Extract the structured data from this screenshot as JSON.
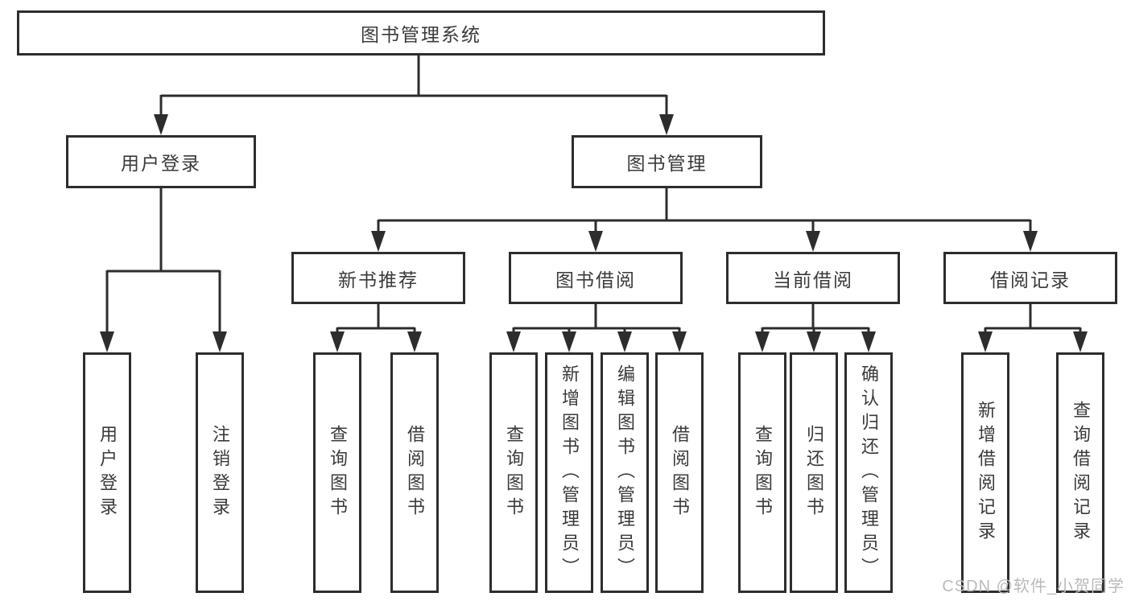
{
  "colors": {
    "line": "#2d2d2d",
    "box_border": "#2d2d2d",
    "text": "#3a3a3a",
    "background": "#ffffff",
    "watermark": "#b9babd"
  },
  "watermark": {
    "text": "CSDN @软件_小贺同学"
  },
  "tree": {
    "root": {
      "label": "图书管理系统"
    },
    "level2": {
      "user_login": {
        "label": "用户登录",
        "parent": "图书管理系统"
      },
      "book_management": {
        "label": "图书管理",
        "parent": "图书管理系统"
      }
    },
    "level3": {
      "new_book_recommend": {
        "label": "新书推荐",
        "parent": "图书管理"
      },
      "book_borrowing": {
        "label": "图书借阅",
        "parent": "图书管理"
      },
      "current_borrowing": {
        "label": "当前借阅",
        "parent": "图书管理"
      },
      "borrowing_records": {
        "label": "借阅记录",
        "parent": "图书管理"
      }
    },
    "leaves": {
      "user_login_leaf": {
        "label": "用户登录",
        "parent": "用户登录"
      },
      "logout": {
        "label": "注销登录",
        "parent": "用户登录"
      },
      "recommend_query_books": {
        "label": "查询图书",
        "parent": "新书推荐"
      },
      "recommend_borrow_books": {
        "label": "借阅图书",
        "parent": "新书推荐"
      },
      "borrow_query_books": {
        "label": "查询图书",
        "parent": "图书借阅"
      },
      "borrow_add_books": {
        "label": "新增图书（管理员）",
        "parent": "图书借阅"
      },
      "borrow_edit_books": {
        "label": "编辑图书（管理员）",
        "parent": "图书借阅"
      },
      "borrow_borrow_books": {
        "label": "借阅图书",
        "parent": "图书借阅"
      },
      "current_query_books": {
        "label": "查询图书",
        "parent": "当前借阅"
      },
      "current_return_books": {
        "label": "归还图书",
        "parent": "当前借阅"
      },
      "current_confirm_return": {
        "label": "确认归还（管理员）",
        "parent": "当前借阅"
      },
      "records_add_record": {
        "label": "新增借阅记录",
        "parent": "借阅记录"
      },
      "records_query_record": {
        "label": "查询借阅记录",
        "parent": "借阅记录"
      }
    }
  }
}
